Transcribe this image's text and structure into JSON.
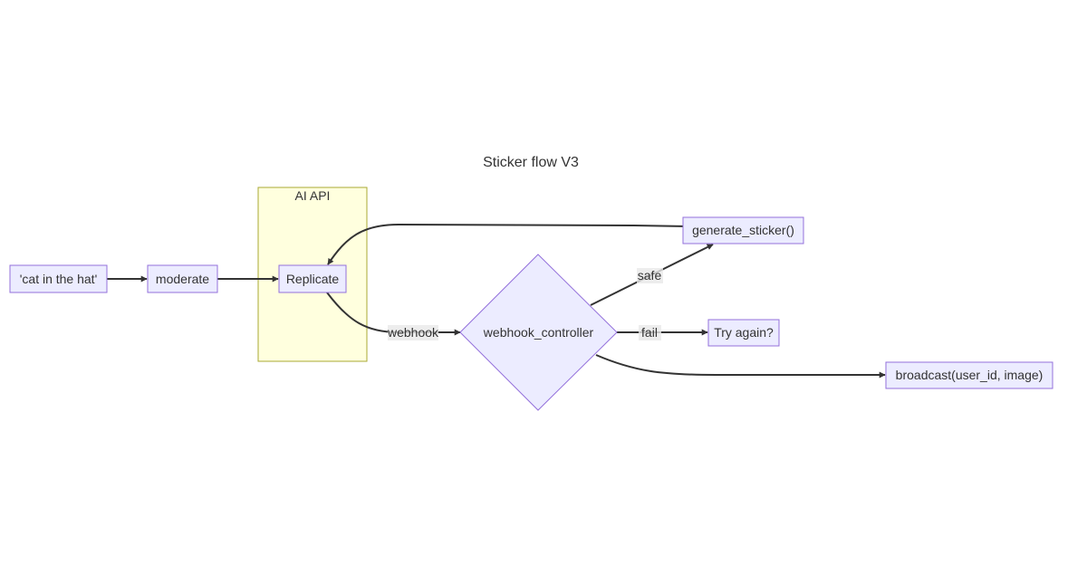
{
  "title": "Sticker flow V3",
  "cluster": {
    "label": "AI API"
  },
  "nodes": {
    "prompt": "'cat in the hat'",
    "moderate": "moderate",
    "replicate": "Replicate",
    "controller": "webhook_controller",
    "generate": "generate_sticker()",
    "retry": "Try again?",
    "broadcast": "broadcast(user_id, image)"
  },
  "edges": {
    "webhook": "webhook",
    "safe": "safe",
    "fail": "fail"
  },
  "colors": {
    "node_fill": "#ECECFF",
    "node_stroke": "#9370DB",
    "cluster_fill": "#FFFFDE",
    "cluster_stroke": "#AAAA33",
    "edge": "#333333",
    "text": "#333333"
  }
}
